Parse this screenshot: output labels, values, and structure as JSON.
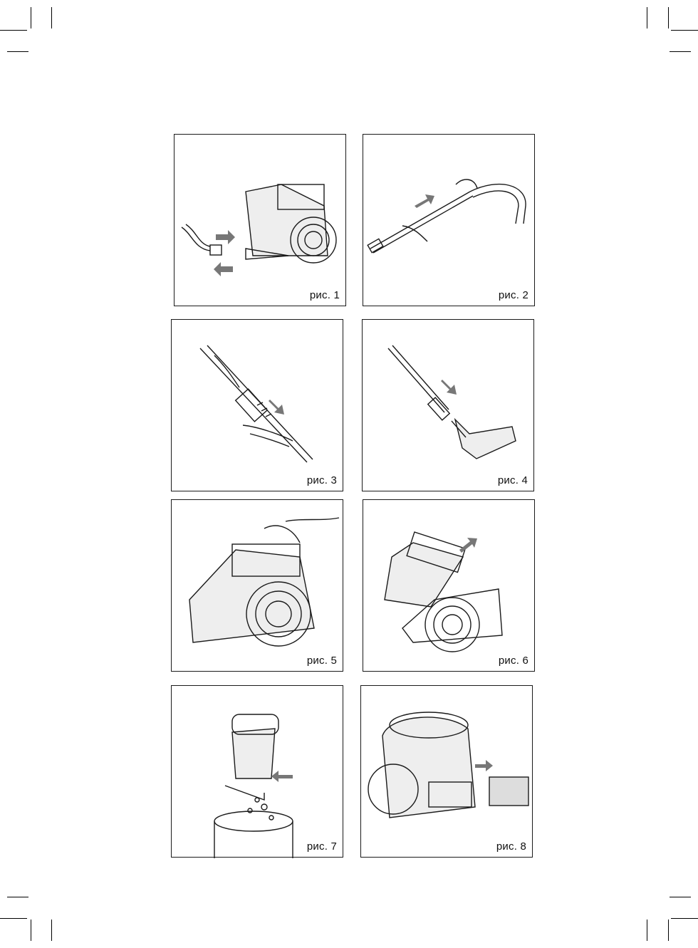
{
  "page": {
    "figures": [
      {
        "id": 1,
        "caption": "рис. 1",
        "depicts": "hose-to-inlet-connection"
      },
      {
        "id": 2,
        "caption": "рис. 2",
        "depicts": "wand-to-hose-connection"
      },
      {
        "id": 3,
        "caption": "рис. 3",
        "depicts": "telescopic-tube-adjust"
      },
      {
        "id": 4,
        "caption": "рис. 4",
        "depicts": "floor-brush-attach"
      },
      {
        "id": 5,
        "caption": "рис. 5",
        "depicts": "dust-container-release"
      },
      {
        "id": 6,
        "caption": "рис. 6",
        "depicts": "dust-container-remove"
      },
      {
        "id": 7,
        "caption": "рис. 7",
        "depicts": "dust-container-empty"
      },
      {
        "id": 8,
        "caption": "рис. 8",
        "depicts": "exhaust-filter-remove"
      }
    ]
  },
  "colors": {
    "line": "#1a1a1a",
    "arrow": "#777777",
    "body_fill": "#eeeeee"
  }
}
